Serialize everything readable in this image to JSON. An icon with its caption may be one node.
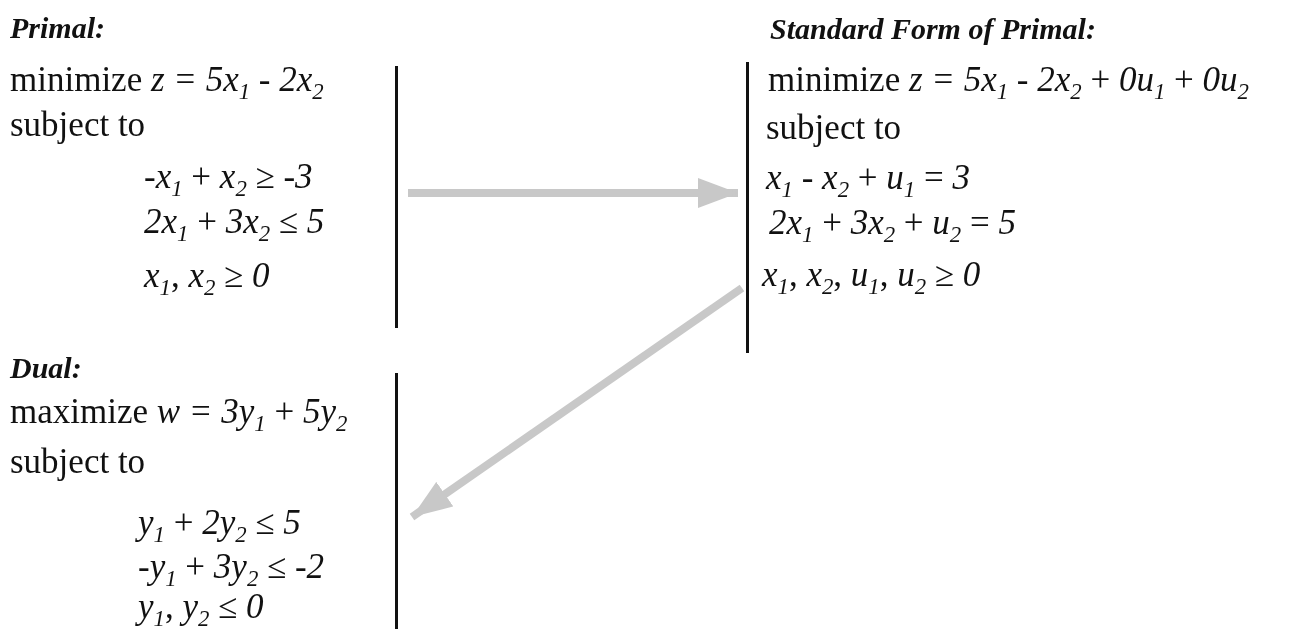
{
  "diagram": {
    "nodes": [
      {
        "text": [
          "Primal:",
          "minimize *z = 5x*$_{1}$ - *2x*$_{2}$",
          "subject to",
          "*-x*$_{1}$ + *x*$_{2}$ ≥ *-3*",
          "*2x*$_{1}$ + *3x*$_{2}$ ≤ *5*",
          "*x*$_{1}$, *x*$_{2}$ ≥ *0*"
        ]
      },
      {
        "text": [
          "Standard Form of Primal:",
          "minimize *z = 5x*$_{1}$ - *2x*$_{2}$ + *0u*$_{1}$ + *0u*$_{2}$",
          "subject to",
          "*x*$_{1}$ - *x*$_{2}$ + *u*$_{1}$ = *3*",
          "*2x*$_{1}$ + *3x*$_{2}$ + *u*$_{2}$ = *5*",
          "*x*$_{1}$, *x*$_{2}$, *u*$_{1}$, *u*$_{2}$ ≥ *0*"
        ]
      },
      {
        "text": [
          "Dual:",
          "maximize *w = 3y*$_{1}$ + *5y*$_{2}$",
          "subject to",
          "*y*$_{1}$ + *2y*$_{2}$ ≤ *5*",
          "*-y*$_{1}$ + *3y*$_{2}$ ≤ *-2*",
          "*y*$_{1}$, *y*$_{2}$ ≤ *0*"
        ]
      }
    ],
    "edges": [
      {
        "from": 0,
        "to": 1,
        "arrow": "to"
      },
      {
        "from": 1,
        "to": 2,
        "arrow": "to"
      }
    ]
  }
}
